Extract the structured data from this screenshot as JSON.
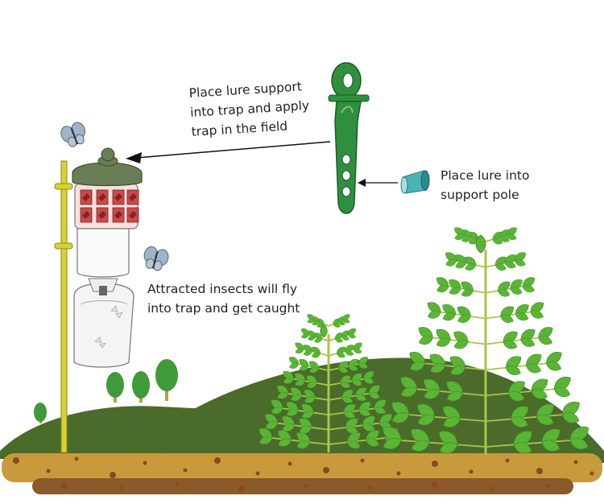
{
  "labels": {
    "lure_support": [
      "Place lure support",
      "into trap and apply",
      "trap in the field"
    ],
    "lure_pole": [
      "Place lure into",
      "support pole"
    ],
    "insects": [
      "Attracted insects will fly",
      "into trap and get caught"
    ]
  },
  "colors": {
    "hill": "#4a6b2a",
    "soil": "#c89a3c",
    "soil_dark": "#8a5a2a",
    "leaf": "#5ab435",
    "stem": "#a8c64a",
    "pole": "#d8d230",
    "lid": "#6a7e55",
    "lure_support": "#2f8f3e",
    "lure_body": "#4ab3b8",
    "trap_band": "#c94a4a",
    "butterfly": "#9fb4c8",
    "arrow": "#111111"
  },
  "icons": [
    "butterfly-icon",
    "lure-icon",
    "lure-support-icon",
    "trap-icon",
    "tree-icon",
    "plant-icon"
  ]
}
